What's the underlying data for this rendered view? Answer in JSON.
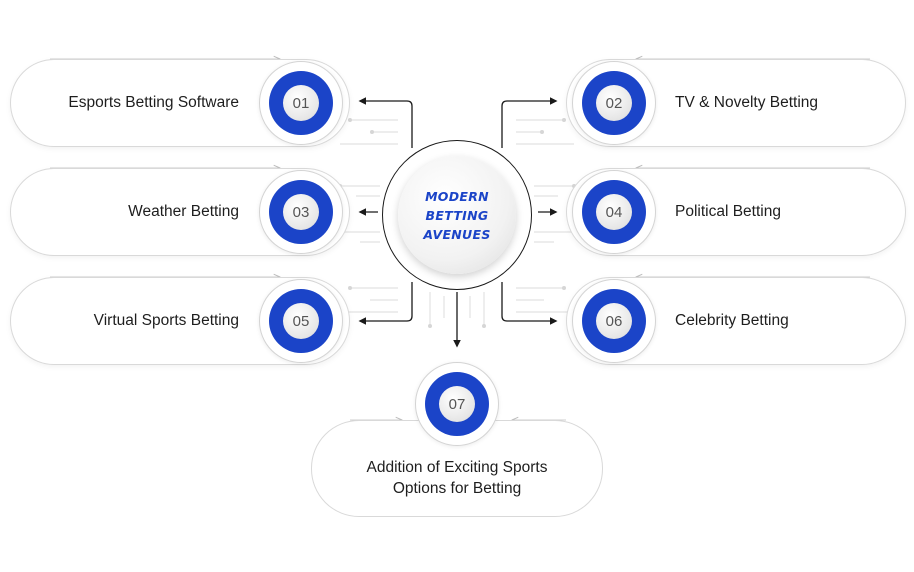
{
  "center": {
    "line1": "MODERN BETTING",
    "line2": "AVENUES"
  },
  "items": [
    {
      "number": "01",
      "label": "Esports Betting Software"
    },
    {
      "number": "02",
      "label": "TV & Novelty Betting"
    },
    {
      "number": "03",
      "label": "Weather Betting"
    },
    {
      "number": "04",
      "label": "Political Betting"
    },
    {
      "number": "05",
      "label": "Virtual Sports Betting"
    },
    {
      "number": "06",
      "label": "Celebrity Betting"
    },
    {
      "number": "07",
      "label": "Addition of Exciting Sports Options for Betting"
    }
  ],
  "colors": {
    "accent": "#1b44c8",
    "connector": "#1a1a1a",
    "circuit": "#e0e0e0",
    "border": "#d9d9d9"
  }
}
